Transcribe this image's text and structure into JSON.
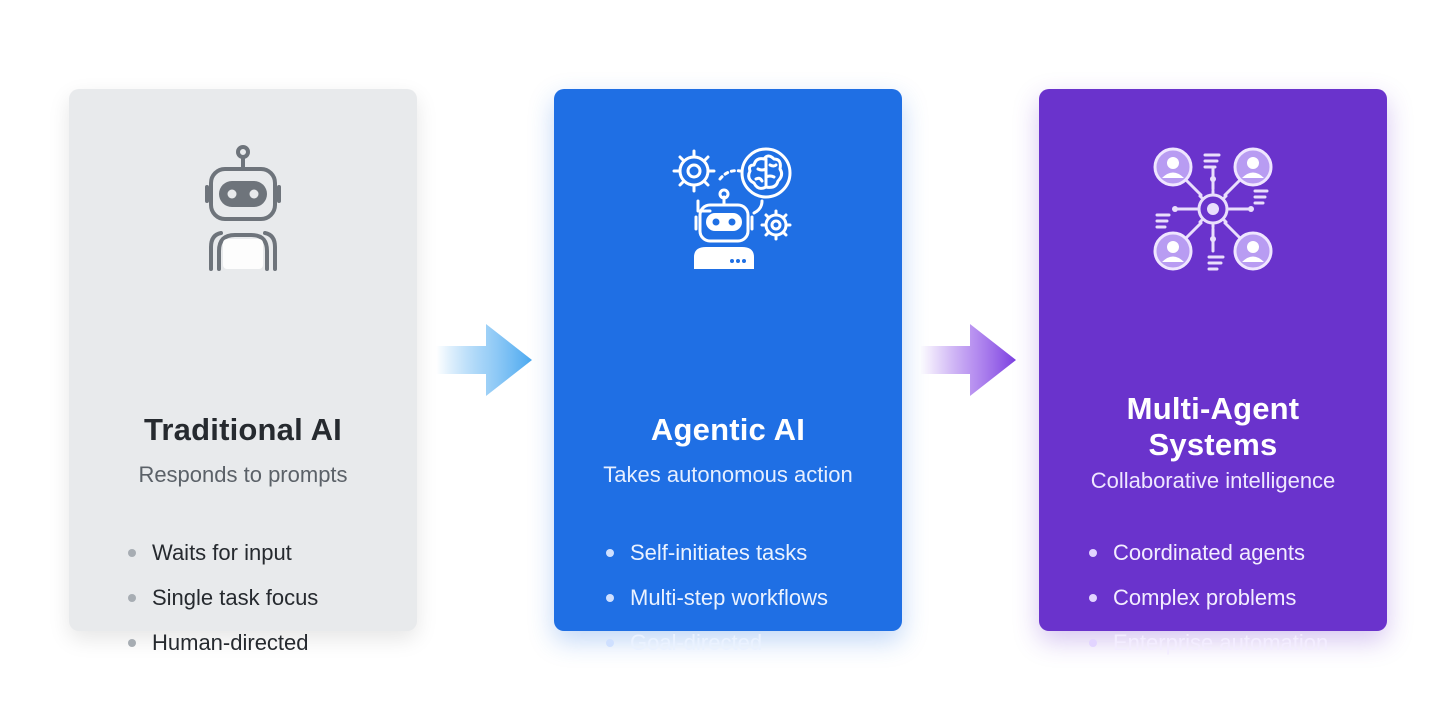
{
  "cards": [
    {
      "title": "Traditional AI",
      "subtitle": "Responds to prompts",
      "icon": "robot-icon",
      "bullets": [
        "Waits for input",
        "Single task focus",
        "Human-directed"
      ],
      "color": "#e8eaec"
    },
    {
      "title": "Agentic AI",
      "subtitle": "Takes autonomous action",
      "icon": "robot-brain-gears-icon",
      "bullets": [
        "Self-initiates tasks",
        "Multi-step workflows",
        "Goal-directed"
      ],
      "color": "#1f6fe4"
    },
    {
      "title_line1": "Multi-Agent",
      "title_line2": "Systems",
      "subtitle": "Collaborative intelligence",
      "icon": "agent-network-icon",
      "bullets": [
        "Coordinated agents",
        "Complex problems",
        "Enterprise automation"
      ],
      "color": "#6a33cc"
    }
  ],
  "arrows": [
    {
      "icon": "arrow-right-icon",
      "color": "#4aa8f0"
    },
    {
      "icon": "arrow-right-icon",
      "color": "#7b3fe0"
    }
  ]
}
